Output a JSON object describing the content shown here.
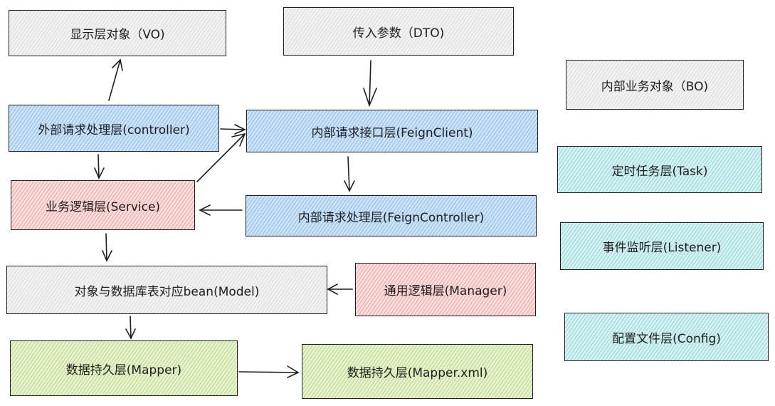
{
  "boxes": {
    "vo": "显示层对象（VO)",
    "dto": "传入参数（DTO)",
    "bo": "内部业务对象（BO)",
    "controller": "外部请求处理层(controller)",
    "feign_client": "内部请求接口层(FeignClient)",
    "service": "业务逻辑层(Service)",
    "feign_controller": "内部请求处理层(FeignController)",
    "task": "定时任务层(Task)",
    "listener": "事件监听层(Listener)",
    "model": "对象与数据库表对应bean(Model)",
    "manager": "通用逻辑层(Manager)",
    "config": "配置文件层(Config)",
    "mapper": "数据持久层(Mapper)",
    "mapper_xml": "数据持久层(Mapper.xml)"
  },
  "colors": {
    "grey": "#e6e6e6",
    "blue": "#a5d0f5",
    "red": "#f6b5b5",
    "green": "#c9e59f",
    "teal": "#a8e0e0"
  }
}
